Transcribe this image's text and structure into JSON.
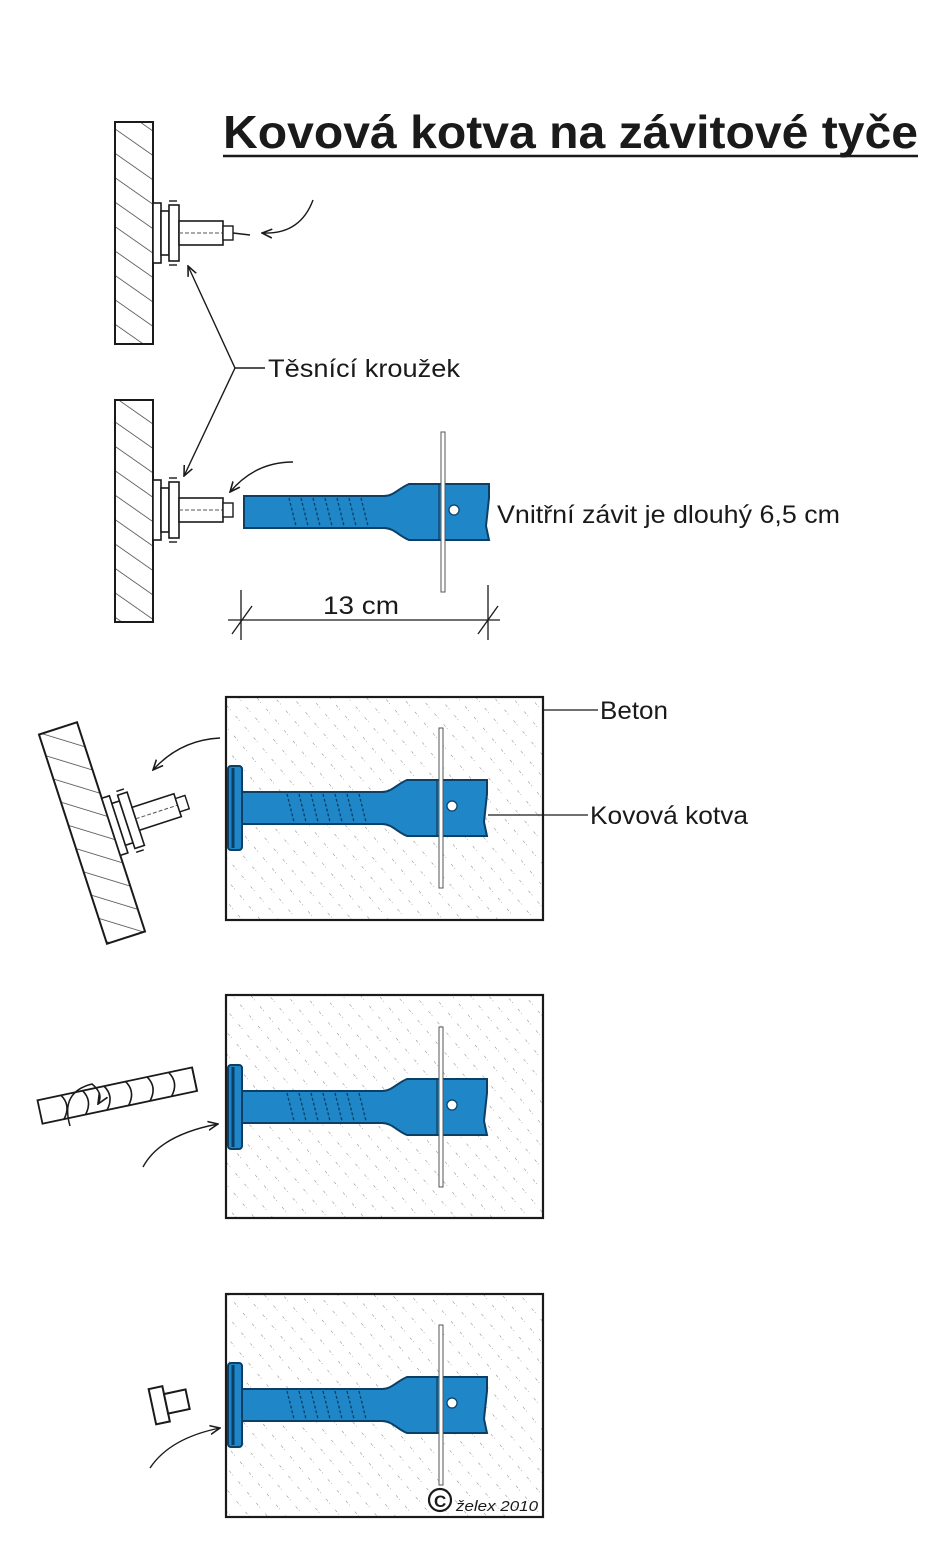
{
  "title": "Kovová kotva na závitové tyče",
  "labels": {
    "seal_ring": "Těsnící kroužek",
    "inner_thread": "Vnitřní závit je dlouhý 6,5 cm",
    "length": "13 cm",
    "concrete": "Beton",
    "metal_anchor": "Kovová kotva",
    "copyright_symbol": "C",
    "copyright_author": "želex 2010"
  },
  "colors": {
    "anchor_fill": "#1f86c8",
    "anchor_stroke": "#0b3f66",
    "line": "#1a1a1a",
    "hatch": "#333333"
  }
}
